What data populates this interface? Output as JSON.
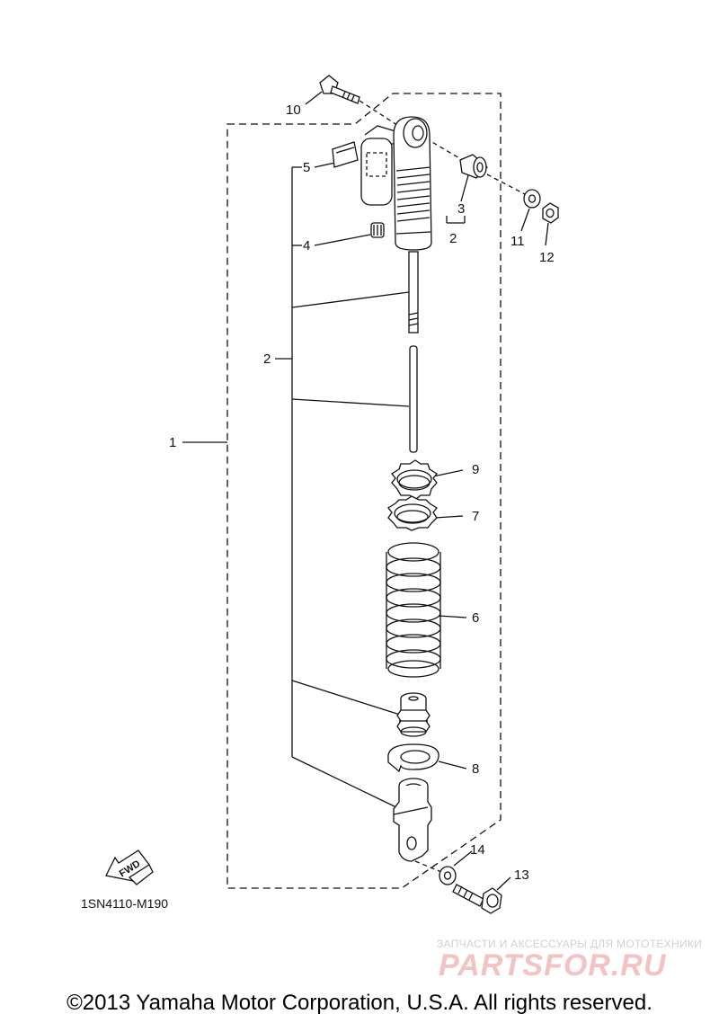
{
  "callouts": {
    "p1": "1",
    "p2a": "2",
    "p2b": "2",
    "p3": "3",
    "p4": "4",
    "p5": "5",
    "p6": "6",
    "p7": "7",
    "p8": "8",
    "p9": "9",
    "p10": "10",
    "p11": "11",
    "p12": "12",
    "p13": "13",
    "p14": "14"
  },
  "fwd_label": "FWD",
  "diagram_code": "1SN4110-M190",
  "watermark": {
    "tagline": "ЗАПЧАСТИ И АКСЕССУАРЫ ДЛЯ МОТОТЕХНИКИ",
    "logo": "PARTSFOR.RU"
  },
  "copyright": "©2013 Yamaha Motor Corporation, U.S.A. All rights reserved."
}
